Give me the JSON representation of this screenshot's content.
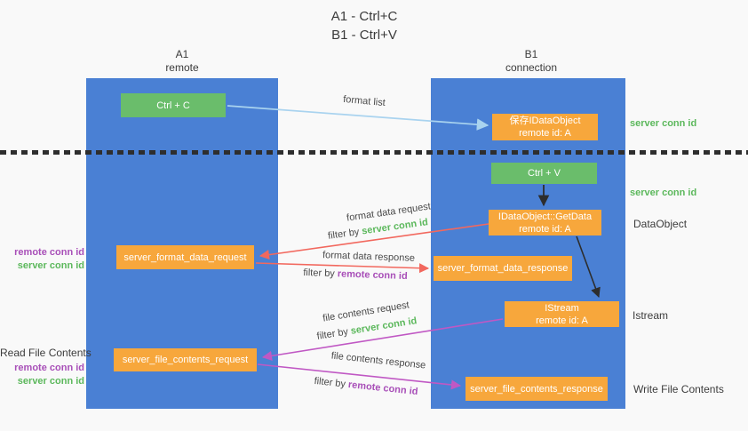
{
  "title": {
    "line1": "A1 - Ctrl+C",
    "line2": "B1 - Ctrl+V"
  },
  "lanes": {
    "left": {
      "header_line1": "A1",
      "header_line2": "remote"
    },
    "right": {
      "header_line1": "B1",
      "header_line2": "connection"
    }
  },
  "boxes": {
    "ctrl_c": {
      "label": "Ctrl + C"
    },
    "save_idataobject": {
      "line1": "保存IDataObject",
      "line2": "remote id: A"
    },
    "ctrl_v": {
      "label": "Ctrl + V"
    },
    "getdata": {
      "line1": "IDataObject::GetData",
      "line2": "remote id: A"
    },
    "server_format_data_request": {
      "label": "server_format_data_request"
    },
    "server_format_data_response": {
      "label": "server_format_data_response"
    },
    "istream": {
      "line1": "IStream",
      "line2": "remote id: A"
    },
    "server_file_contents_request": {
      "label": "server_file_contents_request"
    },
    "server_file_contents_response": {
      "label": "server_file_contents_response"
    }
  },
  "arrow_labels": {
    "format_list": "format list",
    "format_data_request": "format data request",
    "format_data_request_filter_prefix": "filter by ",
    "format_data_request_filter_key": "server conn id",
    "format_data_response": "format data response",
    "format_data_response_filter_prefix": "filter by ",
    "format_data_response_filter_key": "remote conn id",
    "file_contents_request": "file contents request",
    "file_contents_request_filter_prefix": "filter by ",
    "file_contents_request_filter_key": "server conn id",
    "file_contents_response": "file contents response",
    "file_contents_response_filter_prefix": "filter by ",
    "file_contents_response_filter_key": "remote conn id"
  },
  "side_labels": {
    "right_server_conn_id_top": "server conn id",
    "right_server_conn_id_mid": "server conn id",
    "dataobject": "DataObject",
    "istream": "Istream",
    "write_file_contents": "Write File Contents",
    "left_remote_conn_id_top": "remote conn id",
    "left_server_conn_id_top": "server conn id",
    "read_file_contents": "Read File Contents",
    "left_remote_conn_id_bottom": "remote conn id",
    "left_server_conn_id_bottom": "server conn id"
  },
  "colors": {
    "background": "#f9f9f9",
    "lane_blue": "#4a80d4",
    "box_green": "#6abd6b",
    "box_orange": "#f7a73c",
    "arrow_lightblue": "#a9d3ef",
    "arrow_red": "#f2685e",
    "arrow_magenta": "#c058c4",
    "arrow_black": "#2d2d2d",
    "text_green": "#5cb85c",
    "text_purple": "#a84fb8",
    "text_dark": "#3c3c3c"
  }
}
